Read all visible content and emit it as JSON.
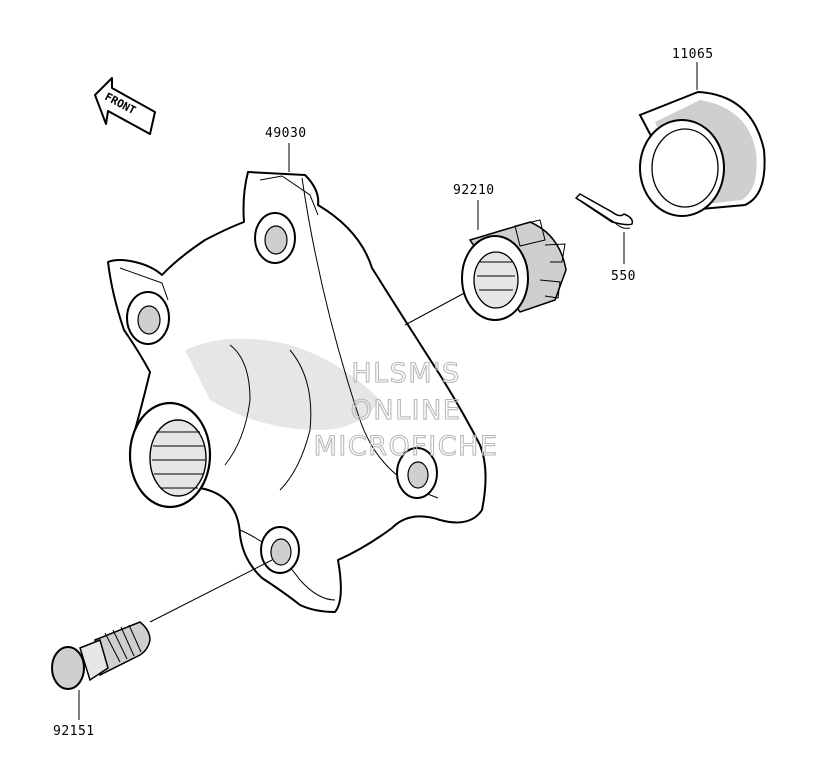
{
  "diagram": {
    "orientation_label": "FRONT",
    "parts": [
      {
        "id": "hub",
        "number": "49030"
      },
      {
        "id": "nut",
        "number": "92210"
      },
      {
        "id": "cotter-pin",
        "number": "550"
      },
      {
        "id": "cap",
        "number": "11065"
      },
      {
        "id": "bolt",
        "number": "92151"
      }
    ],
    "watermark": [
      "HLSM'S",
      "ONLINE",
      "MICROFICHE"
    ]
  }
}
